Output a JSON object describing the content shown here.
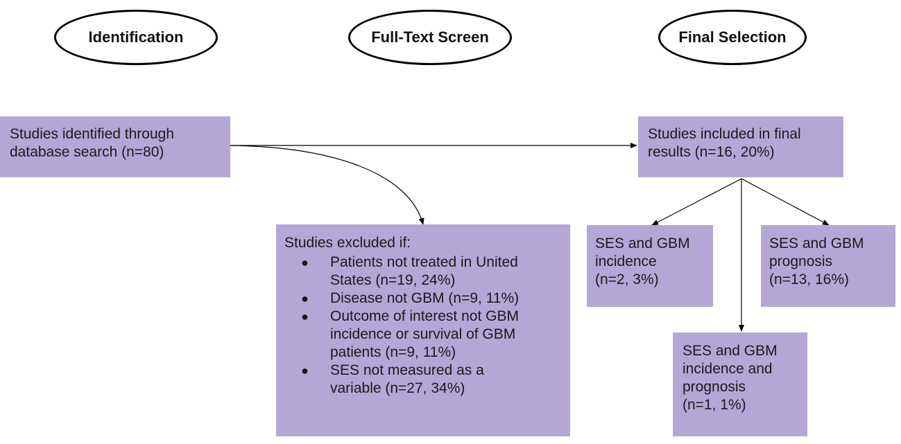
{
  "stages": {
    "identification": "Identification",
    "full_text_screen": "Full-Text Screen",
    "final_selection": "Final Selection"
  },
  "identified": {
    "lines": [
      "Studies identified through",
      "database search (n=80)"
    ]
  },
  "excluded": {
    "heading": "Studies excluded if:",
    "criteria": [
      {
        "lines": [
          "Patients not treated in United",
          "States (n=19, 24%)"
        ]
      },
      {
        "lines": [
          "Disease not GBM (n=9, 11%)"
        ]
      },
      {
        "lines": [
          "Outcome of interest not GBM",
          "incidence or survival of GBM",
          "patients (n=9, 11%)"
        ]
      },
      {
        "lines": [
          "SES not measured as a",
          "variable (n=27, 34%)"
        ]
      }
    ]
  },
  "included": {
    "lines": [
      "Studies included in final",
      "results (n=16, 20%)"
    ]
  },
  "incidence": {
    "lines": [
      "SES and GBM",
      "incidence",
      "(n=2, 3%)"
    ]
  },
  "prognosis": {
    "lines": [
      "SES and GBM",
      "prognosis",
      "(n=13, 16%)"
    ]
  },
  "both": {
    "lines": [
      "SES and GBM",
      "incidence and",
      "prognosis",
      "(n=1, 1%)"
    ]
  },
  "colors": {
    "box_fill": "#b4a7d6",
    "oval_fill": "#ffffff",
    "stroke": "#000000"
  },
  "bullet_glyph": "●"
}
